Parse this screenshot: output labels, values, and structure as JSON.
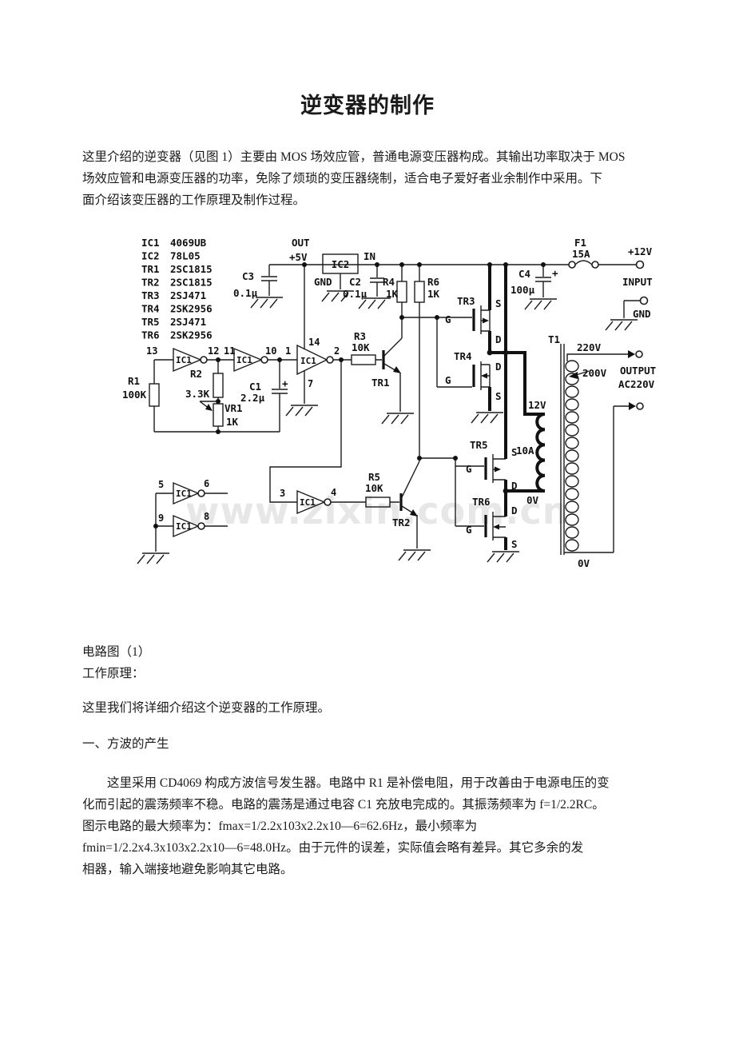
{
  "document": {
    "title": "逆变器的制作",
    "intro_lines": [
      "这里介绍的逆变器（见图 1）主要由 MOS 场效应管，普通电源变压器构成。其输出功率取决于 MOS",
      "场效应管和电源变压器的功率，免除了烦琐的变压器绕制，适合电子爱好者业余制作中采用。下",
      "面介绍该变压器的工作原理及制作过程。"
    ],
    "figure_caption": "电路图（1）",
    "principle_heading": "工作原理：",
    "principle_intro": "这里我们将详细介绍这个逆变器的工作原理。",
    "section_heading": "一、方波的产生",
    "section_lines": [
      "　　这里采用 CD4069 构成方波信号发生器。电路中 R1 是补偿电阻，用于改善由于电源电压的变",
      "化而引起的震荡频率不稳。电路的震荡是通过电容 C1 充放电完成的。其振荡频率为 f=1/2.2RC。",
      "图示电路的最大频率为：fmax=1/2.2x103x2.2x10—6=62.6Hz，最小频率为",
      "fmin=1/2.2x4.3x103x2.2x10—6=48.0Hz。由于元件的误差，实际值会略有差异。其它多余的发",
      "相器，输入端接地避免影响其它电路。"
    ]
  },
  "diagram": {
    "watermark": "www.zixin.com.cn",
    "parts_list": [
      {
        "ref": "IC1",
        "val": "4069UB"
      },
      {
        "ref": "IC2",
        "val": "78L05"
      },
      {
        "ref": "TR1",
        "val": "2SC1815"
      },
      {
        "ref": "TR2",
        "val": "2SC1815"
      },
      {
        "ref": "TR3",
        "val": "2SJ471"
      },
      {
        "ref": "TR4",
        "val": "2SK2956"
      },
      {
        "ref": "TR5",
        "val": "2SJ471"
      },
      {
        "ref": "TR6",
        "val": "2SK2956"
      }
    ],
    "labels": {
      "out": "OUT",
      "v5": "+5V",
      "ic2": "IC2",
      "in": "IN",
      "gnd": "GND",
      "c3": "C3",
      "c3_val": "0.1μ",
      "c2": "C2",
      "c2_val": "0.1μ",
      "r4": "R4",
      "r4_val": "1K",
      "r6": "R6",
      "r6_val": "1K",
      "c4": "C4",
      "c4_val": "100μ",
      "plus": "+",
      "f1": "F1",
      "f1_val": "15A",
      "v12_in": "+12V",
      "input": "INPUT",
      "t1": "T1",
      "v220": "220V",
      "v200": "200V",
      "output": "OUTPUT",
      "ac220": "AC220V",
      "v12": "12V",
      "a10": "10A",
      "v0": "0V",
      "r1": "R1",
      "r1_val": "100K",
      "r2": "R2",
      "r2_val": "3.3K",
      "vr1": "VR1",
      "vr1_val": "1K",
      "c1": "C1",
      "c1_val": "2.2μ",
      "r3": "R3",
      "r3_val": "10K",
      "r5": "R5",
      "r5_val": "10K",
      "tr1": "TR1",
      "tr2": "TR2",
      "tr3": "TR3",
      "tr4": "TR4",
      "tr5": "TR5",
      "tr6": "TR6",
      "ic1": "IC1",
      "g": "G",
      "s": "S",
      "d": "D"
    },
    "pins": {
      "1": "1",
      "2": "2",
      "3": "3",
      "4": "4",
      "5": "5",
      "6": "6",
      "7": "7",
      "8": "8",
      "9": "9",
      "10": "10",
      "11": "11",
      "12": "12",
      "13": "13",
      "14": "14"
    }
  }
}
